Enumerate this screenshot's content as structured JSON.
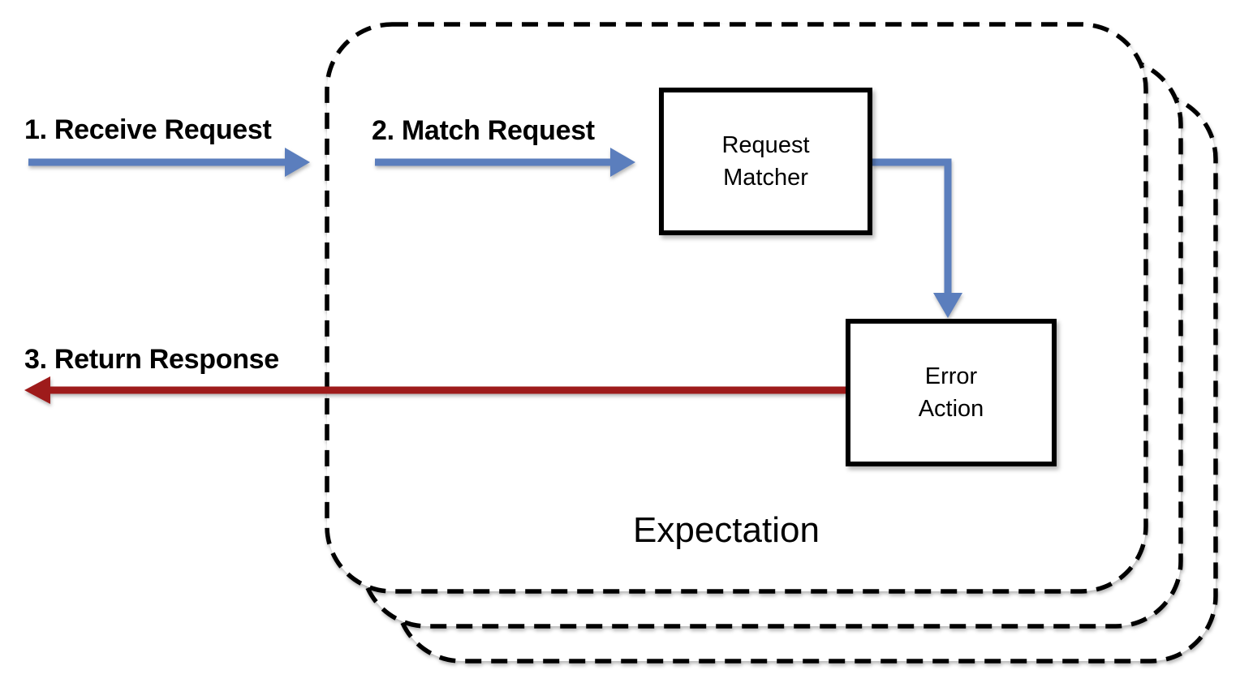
{
  "arrows": {
    "step1_label": "1. Receive Request",
    "step2_label": "2. Match Request",
    "step3_label": "3. Return Response"
  },
  "boxes": {
    "request_matcher": {
      "line1": "Request",
      "line2": "Matcher"
    },
    "error_action": {
      "line1": "Error",
      "line2": "Action"
    }
  },
  "container": {
    "label": "Expectation"
  },
  "colors": {
    "arrow_blue": "#5B7EBD",
    "arrow_red": "#9E1B1B",
    "outline": "#000000"
  }
}
